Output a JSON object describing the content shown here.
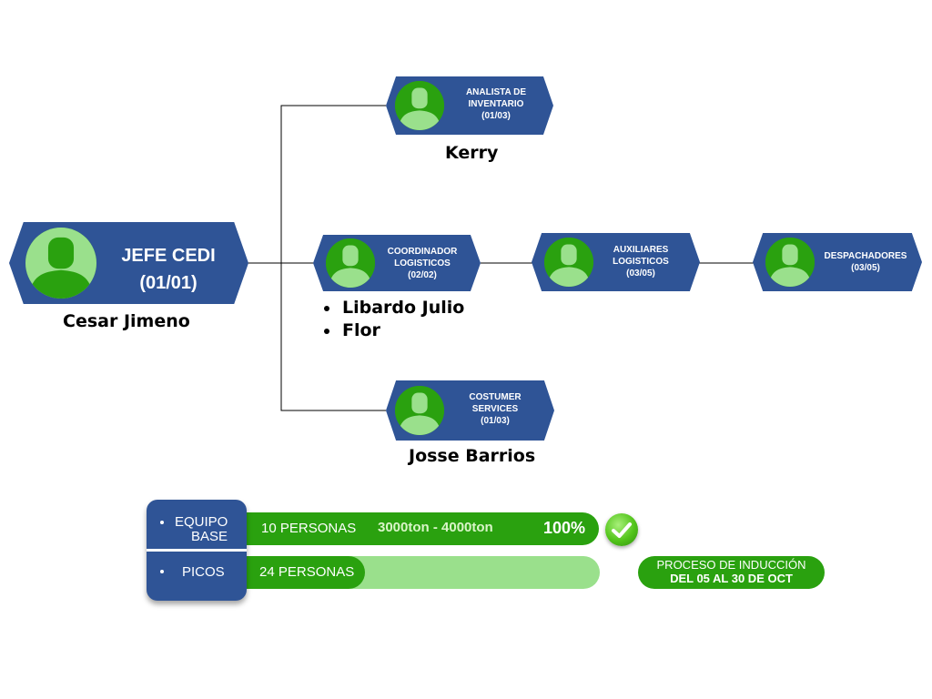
{
  "colors": {
    "node_fill": "#2f5496",
    "avatar_green": "#2aa10f",
    "avatar_light": "#9ae08c",
    "bar_green": "#2aa10f",
    "bar_light": "#9ae08c",
    "line": "#000000"
  },
  "chief": {
    "title_line1": "JEFE CEDI",
    "title_line2": "(01/01)",
    "name": "Cesar Jimeno",
    "icon": "person-avatar-icon"
  },
  "inventory": {
    "title_line1": "ANALISTA DE",
    "title_line2": "INVENTARIO",
    "title_line3": "(01/03)",
    "name": "Kerry",
    "icon": "person-avatar-icon"
  },
  "coordinator": {
    "title_line1": "COORDINADOR",
    "title_line2": "LOGISTICOS",
    "title_line3": "(02/02)",
    "people": [
      "Libardo Julio",
      "Flor"
    ],
    "icon": "person-avatar-icon"
  },
  "auxiliaries": {
    "title_line1": "AUXILIARES",
    "title_line2": "LOGISTICOS",
    "title_line3": "(03/05)",
    "icon": "person-avatar-icon"
  },
  "dispatchers": {
    "title_line1": "DESPACHADORES",
    "title_line2": "(03/05)",
    "icon": "person-avatar-icon"
  },
  "customer_service": {
    "title_line1": "COSTUMER",
    "title_line2": "SERVICES",
    "title_line3": "(01/03)",
    "name": "Josse Barrios",
    "icon": "person-avatar-icon"
  },
  "teams": {
    "base": {
      "label_line1": "EQUIPO",
      "label_line2": "BASE",
      "people": "10 PERSONAS",
      "tonnage": "3000ton - 4000ton",
      "percent_label": "100%",
      "fill_fraction": 1.0,
      "status_icon": "check-icon"
    },
    "peaks": {
      "label": "PICOS",
      "people": "24 PERSONAS",
      "fill_fraction": 0.34
    }
  },
  "induction": {
    "line1": "PROCESO DE INDUCCIÓN",
    "line2": "DEL 05 AL 30 DE OCT"
  }
}
